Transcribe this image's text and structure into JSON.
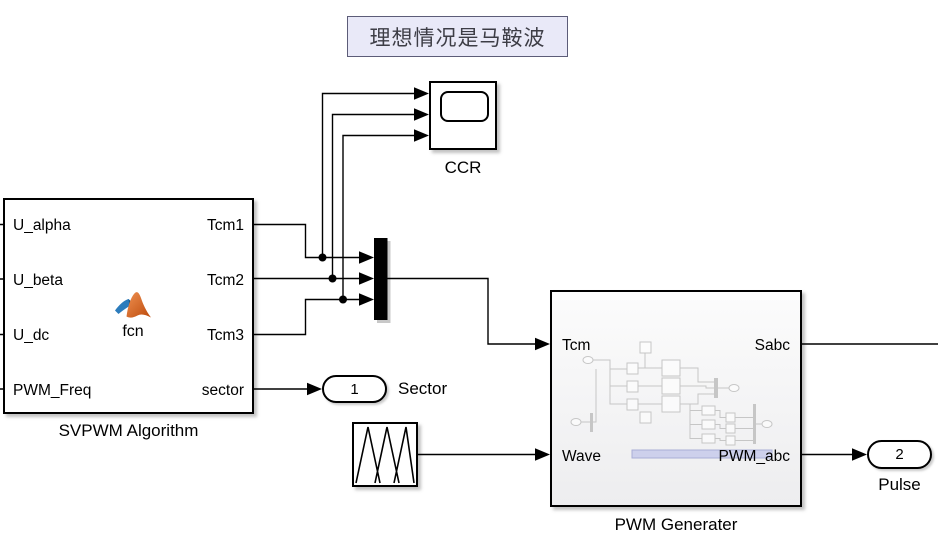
{
  "annotation": {
    "text": "理想情况是马鞍波"
  },
  "blocks": {
    "svpwm": {
      "name": "SVPWM Algorithm",
      "icon_label": "fcn",
      "inputs": [
        "U_alpha",
        "U_beta",
        "U_dc",
        "PWM_Freq"
      ],
      "outputs": [
        "Tcm1",
        "Tcm2",
        "Tcm3",
        "sector"
      ]
    },
    "scope": {
      "name": "CCR"
    },
    "pwm_generator": {
      "name": "PWM Generater",
      "inputs": [
        "Tcm",
        "Wave"
      ],
      "outputs": [
        "Sabc",
        "PWM_abc"
      ]
    },
    "outport_sector": {
      "number": "1",
      "label": "Sector"
    },
    "outport_pulse": {
      "number": "2",
      "label": "Pulse"
    }
  },
  "colors": {
    "background": "#ffffff",
    "wire": "#000000",
    "annotation_bg": "#e9e9f8",
    "annotation_border": "#5c5c78",
    "matlab_orange": "#d6611c",
    "matlab_blue": "#2c7cbc",
    "ghost_gray": "#c6c6c6",
    "ghost_lavender": "#cdd0ec"
  }
}
